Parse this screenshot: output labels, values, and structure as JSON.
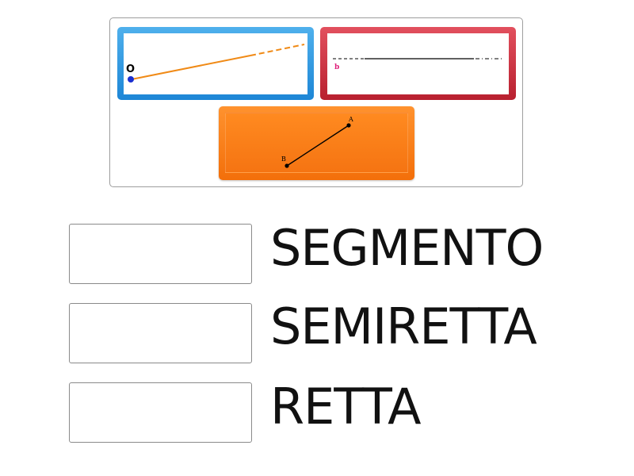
{
  "cards": [
    {
      "id": "blue-card",
      "color": "#1d86d6",
      "figure": "semiretta",
      "labels": [
        "O"
      ]
    },
    {
      "id": "red-card",
      "color": "#c8283a",
      "figure": "retta",
      "labels": [
        "b"
      ]
    },
    {
      "id": "orange-card",
      "color": "#f57412",
      "figure": "segmento",
      "labels": [
        "A",
        "B"
      ]
    }
  ],
  "answers": [
    {
      "label": "SEGMENTO"
    },
    {
      "label": "SEMIRETTA"
    },
    {
      "label": "RETTA"
    }
  ]
}
